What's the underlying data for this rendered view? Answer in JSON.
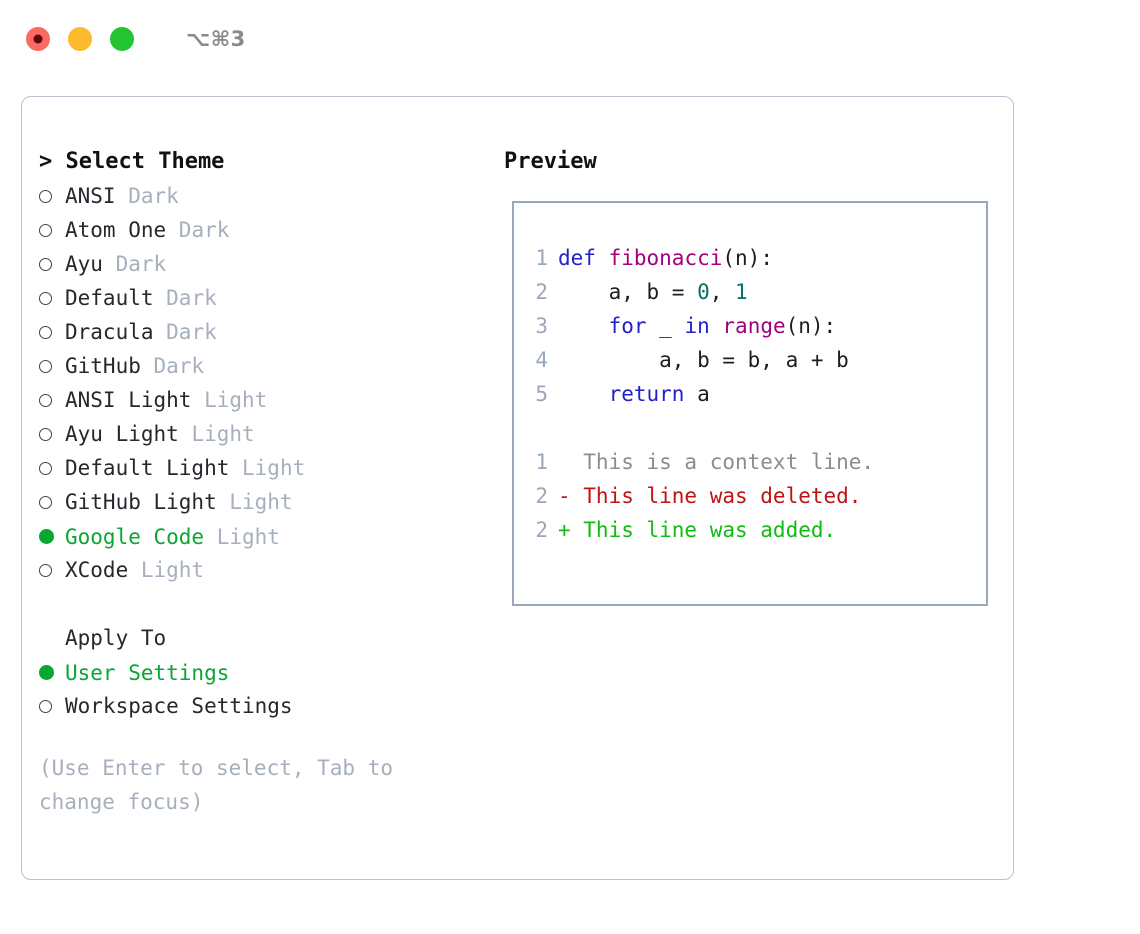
{
  "titlebar": {
    "shortcut": "⌥⌘3",
    "lights": [
      {
        "name": "close",
        "color": "#fb6a62"
      },
      {
        "name": "minimize",
        "color": "#fcbb2e"
      },
      {
        "name": "maximize",
        "color": "#22c431"
      }
    ]
  },
  "left": {
    "heading": "> Select Theme",
    "themes": [
      {
        "marker": "hollow",
        "label": "ANSI",
        "tag": "Dark",
        "selected": false
      },
      {
        "marker": "hollow",
        "label": "Atom One",
        "tag": "Dark",
        "selected": false
      },
      {
        "marker": "hollow",
        "label": "Ayu",
        "tag": "Dark",
        "selected": false
      },
      {
        "marker": "hollow",
        "label": "Default",
        "tag": "Dark",
        "selected": false
      },
      {
        "marker": "hollow",
        "label": "Dracula",
        "tag": "Dark",
        "selected": false
      },
      {
        "marker": "hollow",
        "label": "GitHub",
        "tag": "Dark",
        "selected": false
      },
      {
        "marker": "hollow",
        "label": "ANSI Light",
        "tag": "Light",
        "selected": false
      },
      {
        "marker": "hollow",
        "label": "Ayu Light",
        "tag": "Light",
        "selected": false
      },
      {
        "marker": "hollow",
        "label": "Default Light",
        "tag": "Light",
        "selected": false
      },
      {
        "marker": "hollow",
        "label": "GitHub Light",
        "tag": "Light",
        "selected": false
      },
      {
        "marker": "filled",
        "label": "Google Code",
        "tag": "Light",
        "selected": true
      },
      {
        "marker": "hollow",
        "label": "XCode",
        "tag": "Light",
        "selected": false
      }
    ],
    "apply_heading": "Apply To",
    "apply_options": [
      {
        "marker": "filled",
        "label": "User Settings",
        "selected": true
      },
      {
        "marker": "hollow",
        "label": "Workspace Settings",
        "selected": false
      }
    ],
    "hint": "(Use Enter to select, Tab to change focus)"
  },
  "right": {
    "preview_title": "Preview",
    "code_lines": [
      {
        "no": "1",
        "tokens": [
          {
            "t": "def",
            "c": "kw"
          },
          {
            "t": " ",
            "c": "plain"
          },
          {
            "t": "fibonacci",
            "c": "fn"
          },
          {
            "t": "(n):",
            "c": "plain"
          }
        ]
      },
      {
        "no": "2",
        "tokens": [
          {
            "t": "    a, b = ",
            "c": "plain"
          },
          {
            "t": "0",
            "c": "num"
          },
          {
            "t": ", ",
            "c": "plain"
          },
          {
            "t": "1",
            "c": "num"
          }
        ]
      },
      {
        "no": "3",
        "tokens": [
          {
            "t": "    ",
            "c": "plain"
          },
          {
            "t": "for",
            "c": "kw"
          },
          {
            "t": " _ ",
            "c": "plain"
          },
          {
            "t": "in",
            "c": "kw"
          },
          {
            "t": " ",
            "c": "plain"
          },
          {
            "t": "range",
            "c": "fn"
          },
          {
            "t": "(n):",
            "c": "plain"
          }
        ]
      },
      {
        "no": "4",
        "tokens": [
          {
            "t": "        a, b = b, a + b",
            "c": "plain"
          }
        ]
      },
      {
        "no": "5",
        "tokens": [
          {
            "t": "    ",
            "c": "plain"
          },
          {
            "t": "return",
            "c": "kw"
          },
          {
            "t": " a",
            "c": "plain"
          }
        ]
      }
    ],
    "diff_lines": [
      {
        "no": "1",
        "kind": "ctx",
        "text": "  This is a context line."
      },
      {
        "no": "2",
        "kind": "del",
        "text": "- This line was deleted."
      },
      {
        "no": "2",
        "kind": "add",
        "text": "+ This line was added."
      }
    ]
  },
  "colors": {
    "accent_green": "#0aa632",
    "muted": "#a6b0bd",
    "keyword": "#2121cc",
    "function": "#a2007e",
    "number": "#00706e",
    "diff_add": "#11bb11",
    "diff_del": "#c01313",
    "border": "#9aa7ba"
  }
}
